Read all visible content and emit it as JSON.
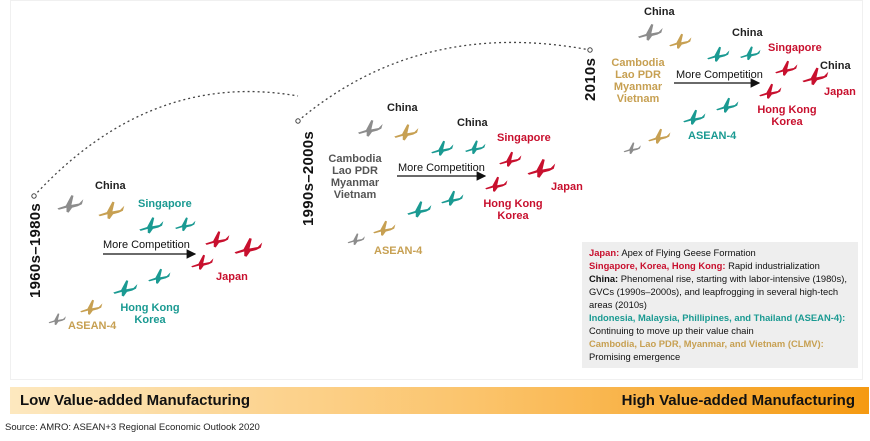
{
  "colors": {
    "grey": "#8c8c8c",
    "gold": "#c7a052",
    "teal": "#1a9a92",
    "red": "#c8102e",
    "dark": "#222222"
  },
  "icons": {
    "bird": "flying-goose-icon",
    "arrow": "right-arrow-icon",
    "trajectory": "dotted-arc"
  },
  "eras": [
    {
      "label": "1960s–1980s"
    },
    {
      "label": "1990s–2000s"
    },
    {
      "label": "2010s"
    }
  ],
  "panel1": {
    "china": "China",
    "singapore": "Singapore",
    "competition": "More Competition",
    "japan": "Japan",
    "hongkong": "Hong Kong",
    "korea": "Korea",
    "asean4": "ASEAN-4"
  },
  "panel2": {
    "china1": "China",
    "china2": "China",
    "singapore": "Singapore",
    "clmv": [
      "Cambodia",
      "Lao PDR",
      "Myanmar",
      "Vietnam"
    ],
    "competition": "More Competition",
    "japan": "Japan",
    "hongkong": "Hong Kong",
    "korea": "Korea",
    "asean4": "ASEAN-4"
  },
  "panel3": {
    "china1": "China",
    "china2": "China",
    "china3": "China",
    "singapore": "Singapore",
    "clmv": [
      "Cambodia",
      "Lao PDR",
      "Myanmar",
      "Vietnam"
    ],
    "competition": "More Competition",
    "japan": "Japan",
    "hongkong": "Hong Kong",
    "korea": "Korea",
    "asean4": "ASEAN-4"
  },
  "legend": {
    "japan_key": "Japan:",
    "japan_text": "Apex of Flying Geese Formation",
    "snk_key": "Singapore, Korea, Hong Kong:",
    "snk_text": "Rapid industrialization",
    "china_key": "China:",
    "china_text": "Phenomenal rise, starting with labor-intensive (1980s), GVCs (1990s–2000s), and leapfrogging in several high-tech areas (2010s)",
    "asean_key": "Indonesia, Malaysia, Phillipines, and Thailand (ASEAN-4):",
    "asean_text": "Continuing to move up their value chain",
    "clmv_key": "Cambodia, Lao PDR, Myanmar, and Vietnam (CLMV):",
    "clmv_text": "Promising emergence"
  },
  "bar": {
    "left": "Low Value-added Manufacturing",
    "right": "High Value-added Manufacturing"
  },
  "source": "Source: AMRO: ASEAN+3 Regional Economic Outlook 2020"
}
